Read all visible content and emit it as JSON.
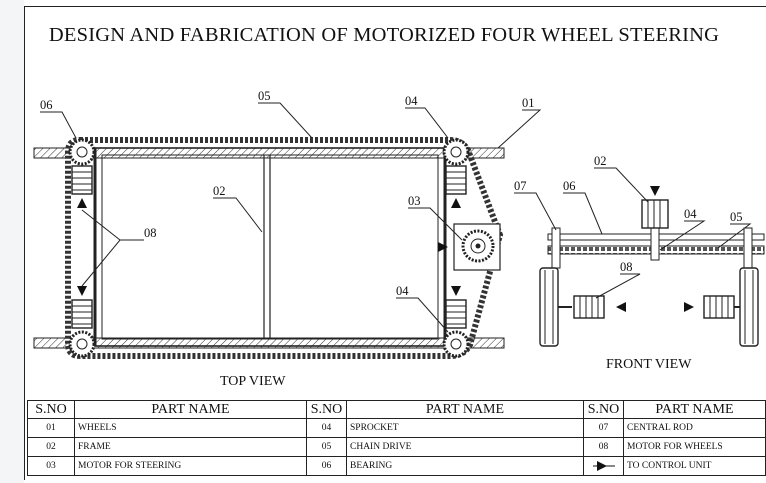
{
  "title": "DESIGN AND FABRICATION OF MOTORIZED FOUR WHEEL STEERING",
  "top_view": {
    "caption": "TOP VIEW",
    "callouts": [
      "06",
      "05",
      "04",
      "01",
      "02",
      "03",
      "08",
      "04"
    ]
  },
  "front_view": {
    "caption": "FRONT VIEW",
    "callouts": [
      "02",
      "07",
      "06",
      "04",
      "05",
      "08"
    ]
  },
  "table": {
    "headers": [
      "S.NO",
      "PART NAME",
      "S.NO",
      "PART NAME",
      "S.NO",
      "PART NAME"
    ],
    "rows": [
      [
        "01",
        "WHEELS",
        "04",
        "SPROCKET",
        "07",
        "CENTRAL ROD"
      ],
      [
        "02",
        "FRAME",
        "05",
        "CHAIN DRIVE",
        "08",
        "MOTOR FOR WHEELS"
      ],
      [
        "03",
        "MOTOR FOR STEERING",
        "06",
        "BEARING",
        "",
        "TO CONTROL UNIT"
      ]
    ],
    "arrow_symbol": "arrow-to-control-unit-icon"
  }
}
